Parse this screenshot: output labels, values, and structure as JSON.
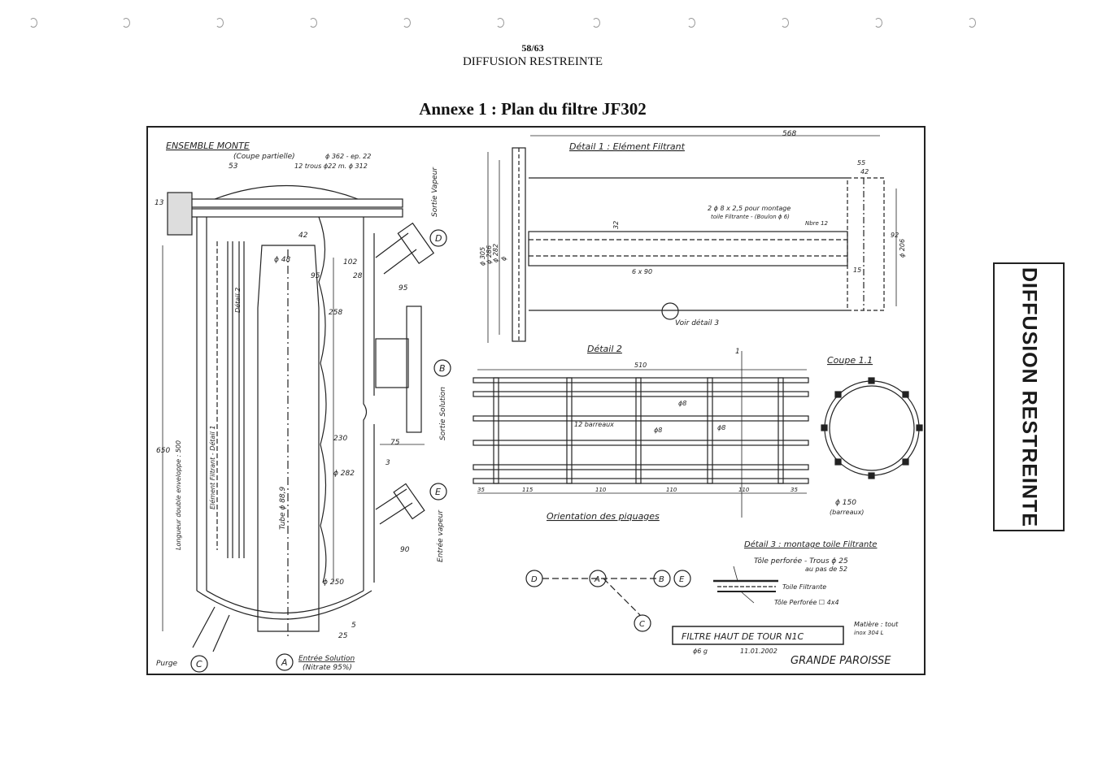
{
  "header": {
    "page": "58/63",
    "label": "DIFFUSION RESTREINTE",
    "title": "Annexe 1 : Plan du filtre JF302"
  },
  "stamp": {
    "text": "DIFFUSION RESTREINTE"
  },
  "drawing": {
    "ensemble": {
      "title": "ENSEMBLE MONTE",
      "subtitle": "(Coupe partielle)",
      "dia_cover": "ϕ 362 - ep. 22",
      "holes": "12 trous ϕ22 m. ϕ 312",
      "dim_53": "53",
      "dim_13": "13",
      "dim_42": "42",
      "dim_48": "ϕ 48",
      "dim_95": "95",
      "dim_102": "102",
      "dim_28": "28",
      "dim_258": "258",
      "dim_650": "650",
      "length_label": "Longueur double enveloppe : 500",
      "element_label": "Elément Filtrant - Détail 1",
      "detail2_ref": "Détail 2",
      "tube_label": "Tube ϕ 88,9",
      "dim_230": "230",
      "dim_282": "ϕ 282",
      "dim_250": "ϕ 250",
      "dim_75": "75",
      "dim_3": "3",
      "dim_25": "25",
      "dim_5": "5",
      "dim_95b": "95",
      "dim_90": "90",
      "sortie_vapeur": "Sortie Vapeur",
      "sortie_solution": "Sortie Solution",
      "entree_vapeur": "Entrée vapeur",
      "purge": "Purge",
      "entree_solution": "Entrée Solution",
      "nitrate": "(Nitrate 95%)",
      "labels": [
        "D",
        "B",
        "E",
        "C",
        "A"
      ]
    },
    "detail1": {
      "title": "Détail 1 : Elément Filtrant",
      "dim_568": "568",
      "dim_55": "55",
      "dim_42": "42",
      "dim_305": "ϕ 305",
      "dim_286": "ϕ 286",
      "dim_282": "ϕ 282",
      "dim_ext": "ϕ",
      "dim_32": "32",
      "note_line1": "2 ϕ 8 x 2,5 pour montage",
      "note_line2": "toile Filtrante - (Boulon ϕ 6)",
      "note_line3": "Nbre 12",
      "spacing": "6 x 90",
      "dim_92": "92",
      "dim_206": "ϕ 206",
      "dim_15": "15",
      "ref3": "Voir détail 3"
    },
    "detail2": {
      "title": "Détail 2",
      "dim_510": "510",
      "bars": "12 barreaux",
      "d8a": "ϕ8",
      "d8b": "ϕ8",
      "d8c": "ϕ8",
      "segs": [
        "35",
        "115",
        "110",
        "110",
        "110",
        "35"
      ],
      "section": "1"
    },
    "coupe": {
      "title": "Coupe 1.1",
      "dia": "ϕ 150",
      "bars": "(barreaux)"
    },
    "orientation": {
      "title": "Orientation des piquages",
      "labels": [
        "D",
        "A",
        "B",
        "E",
        "C"
      ]
    },
    "detail3": {
      "title": "Détail 3 : montage toile Filtrante",
      "tole1": "Tôle perforée - Trous ϕ 25",
      "tole1b": "au pas de 52",
      "toile": "Toile Filtrante",
      "tole2": "Tôle Perforée ☐ 4x4"
    },
    "cartouche": {
      "title": "FILTRE HAUT DE TOUR N1C",
      "date": "11.01.2002",
      "company": "GRANDE PAROISSE",
      "matiere": "Matière : tout",
      "inox": "inox 304 L",
      "initials": "ϕ6 g"
    }
  }
}
